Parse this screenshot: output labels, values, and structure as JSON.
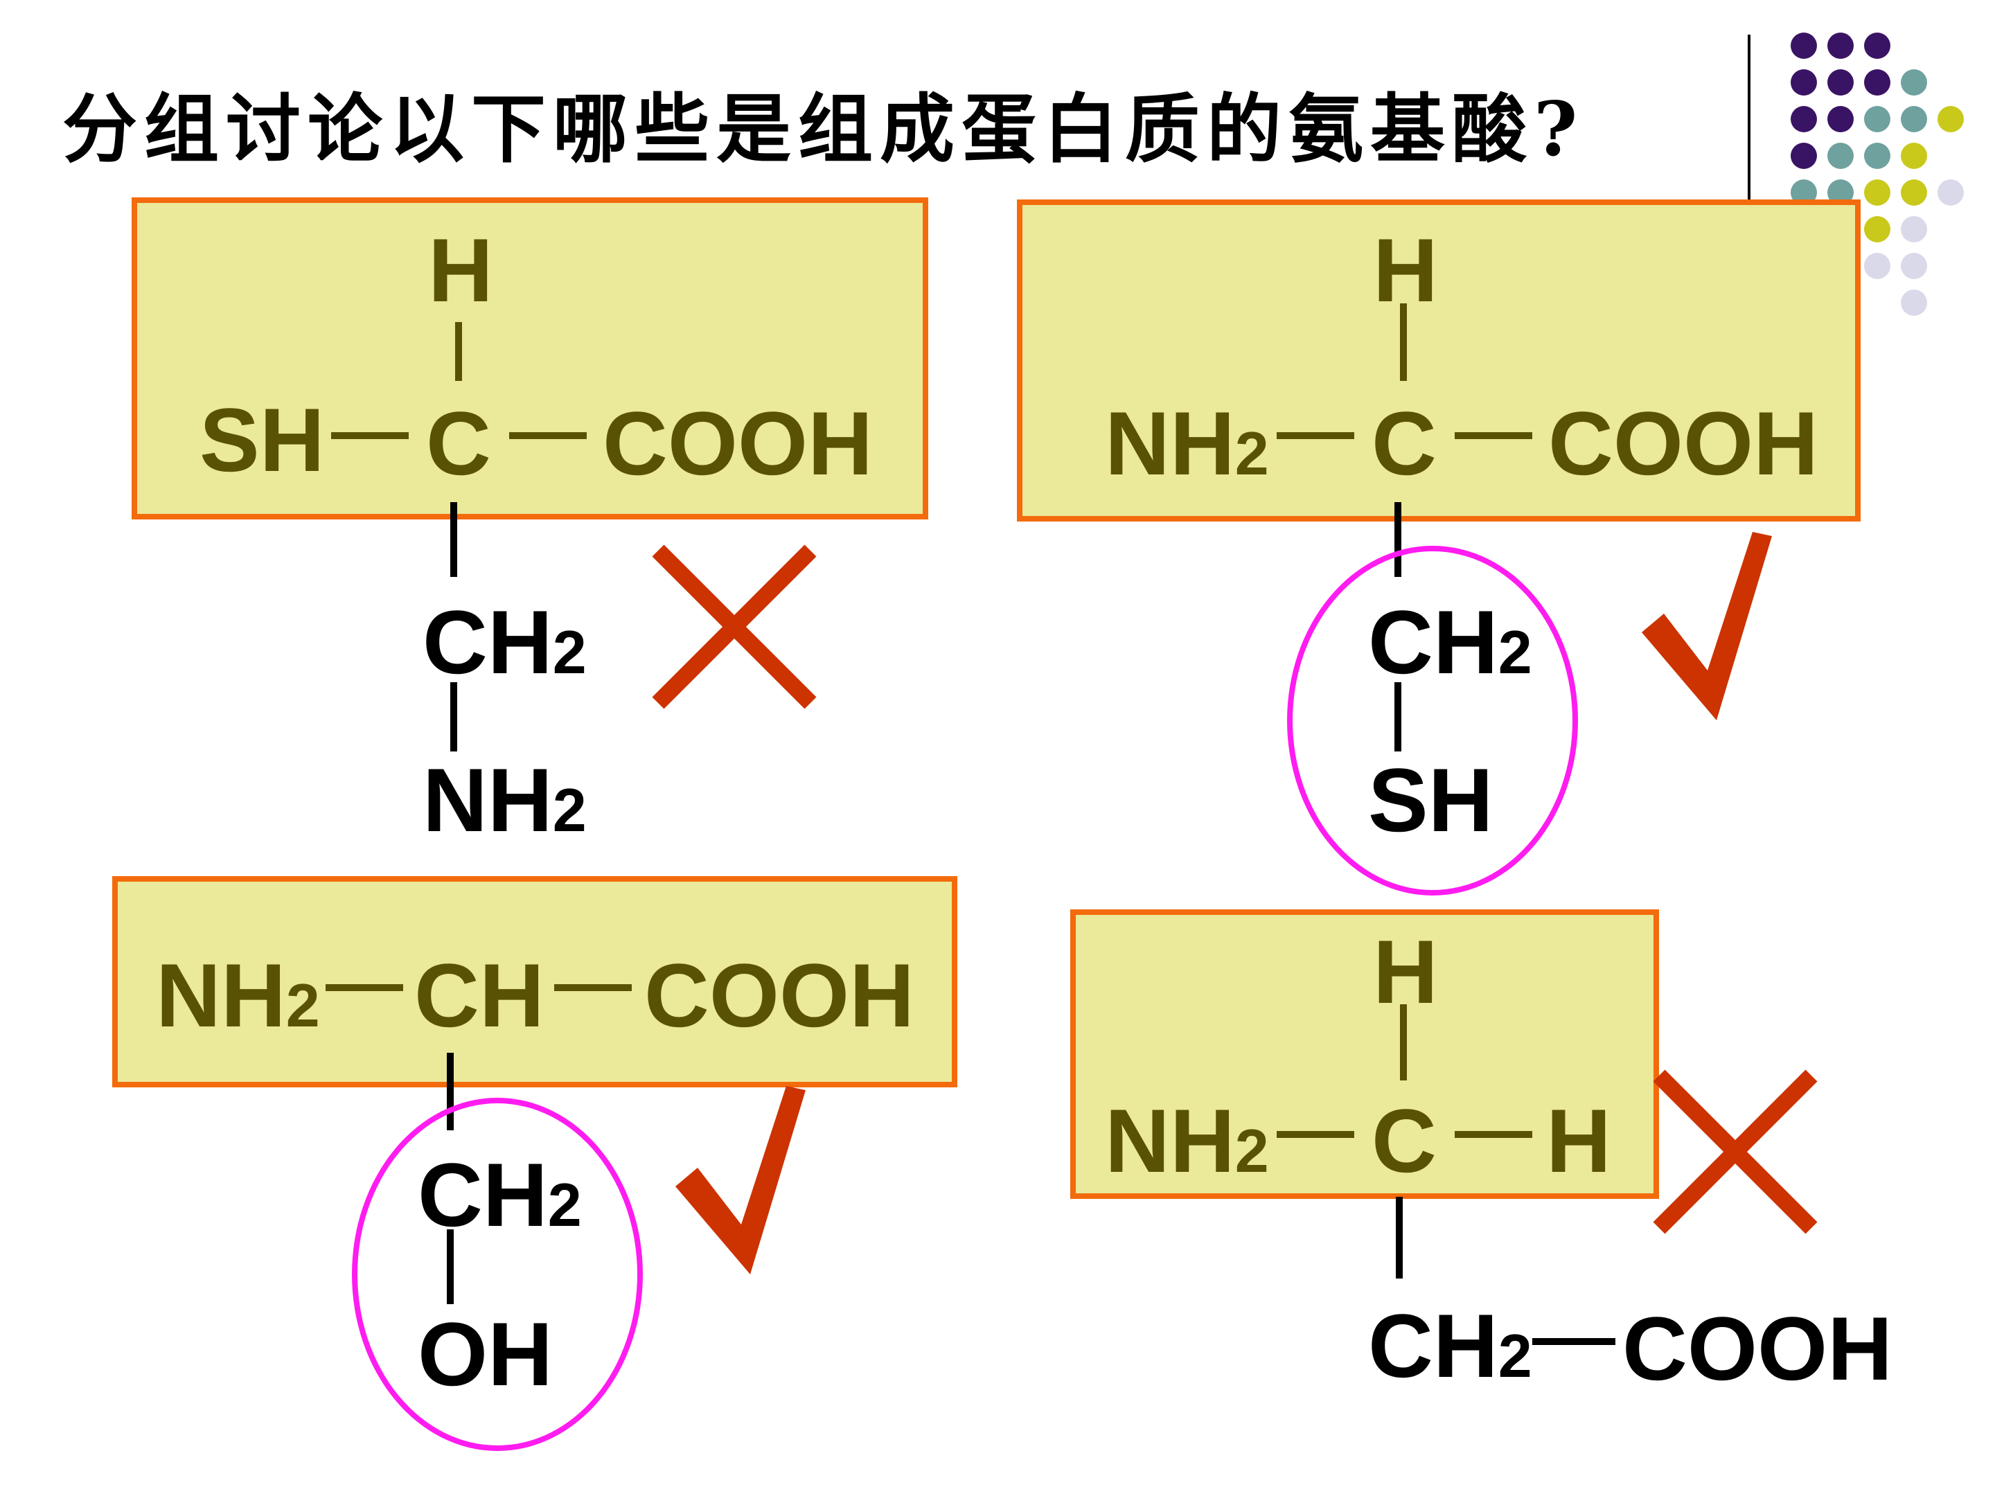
{
  "title": "分组讨论以下哪些是组成蛋白质的氨基酸?",
  "colors": {
    "box_fill": "#ebe99a",
    "box_border": "#f36b0c",
    "in_box_text": "#5a5203",
    "outside_text": "#000000",
    "ring": "#ff1cf0",
    "mark": "#cc3300"
  },
  "decoration_colors": [
    "#3a1464",
    "#6fa19f",
    "#c9c91c",
    "#d9d9ea",
    "#91ab5c",
    "#d6d6a9"
  ],
  "molecules": [
    {
      "id": "molecule-1",
      "top": "H",
      "left": "SH",
      "center": "C",
      "right": "COOH",
      "below1": "CH",
      "below1_sub": "2",
      "below2": "NH",
      "below2_sub": "2",
      "verdict": "cross"
    },
    {
      "id": "molecule-2",
      "top": "H",
      "left": "NH",
      "left_sub": "2",
      "center": "C",
      "right": "COOH",
      "below1": "CH",
      "below1_sub": "2",
      "below2": "SH",
      "verdict": "check"
    },
    {
      "id": "molecule-3",
      "left": "NH",
      "left_sub": "2",
      "center": "CH",
      "right": "COOH",
      "below1": "CH",
      "below1_sub": "2",
      "below2": "OH",
      "verdict": "check"
    },
    {
      "id": "molecule-4",
      "top": "H",
      "left": "NH",
      "left_sub": "2",
      "center": "C",
      "right": "H",
      "below1": "CH",
      "below1_sub": "2",
      "below1_right": "COOH",
      "verdict": "cross"
    }
  ]
}
